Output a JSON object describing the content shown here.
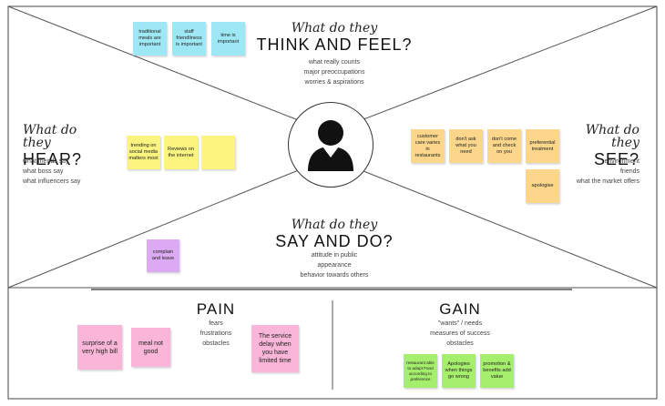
{
  "think_feel": {
    "script": "What do they",
    "title": "THINK AND FEEL?",
    "lines": [
      "what really counts",
      "major preoccupations",
      "worries & aspirations"
    ],
    "notes": [
      "traditional meals are important",
      "staff friendliness is important",
      "time is important"
    ],
    "color": "#9ee8f6"
  },
  "hear": {
    "script": "What do they",
    "title": "HEAR?",
    "lines": [
      "what friends say",
      "what boss say",
      "what influencers say"
    ],
    "notes": [
      "trending on social media matters most",
      "Reviews on the internet",
      ""
    ],
    "color": "#fbf47e"
  },
  "see": {
    "script": "What do they",
    "title": "SEE?",
    "lines": [
      "environment",
      "friends",
      "what the market offers"
    ],
    "notes": [
      "customer care varies in restaurants",
      "don't ask what you need",
      "don't come and check on you",
      "preferential treatment",
      "apologise"
    ],
    "color": "#fbd68b"
  },
  "say_do": {
    "script": "What do they",
    "title": "SAY AND DO?",
    "lines": [
      "attitude in public",
      "appearance",
      "behavior towards others"
    ],
    "notes": [
      "complain and leave"
    ],
    "color": "#dcaaf2"
  },
  "pain": {
    "title": "PAIN",
    "lines": [
      "fears",
      "frustrations",
      "obstacles"
    ],
    "notes": [
      "surprise of a very high bill",
      "meal not good",
      "The service delay when you have limited time"
    ],
    "color": "#f9b6d8"
  },
  "gain": {
    "title": "GAIN",
    "lines": [
      "\"wants\" / needs",
      "measures of success",
      "obstacles"
    ],
    "notes": [
      "restaurant able to adapt Food according to preference",
      "Apologies when things go wrong",
      "promotion & benefits add value"
    ],
    "color": "#a6ef6c"
  }
}
